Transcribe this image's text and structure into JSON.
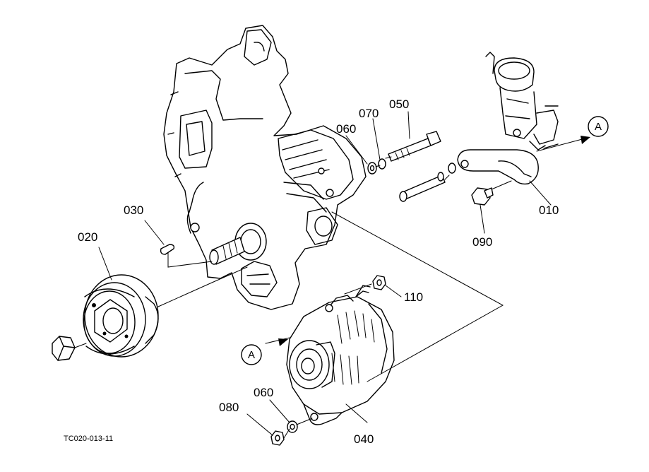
{
  "figure_code": "TC020-013-11",
  "reference_marker": "A",
  "parts": [
    {
      "id": "p010",
      "number": "010"
    },
    {
      "id": "p020",
      "number": "020"
    },
    {
      "id": "p030",
      "number": "030"
    },
    {
      "id": "p040",
      "number": "040"
    },
    {
      "id": "p050",
      "number": "050"
    },
    {
      "id": "p060a",
      "number": "060"
    },
    {
      "id": "p060b",
      "number": "060"
    },
    {
      "id": "p070",
      "number": "070"
    },
    {
      "id": "p080",
      "number": "080"
    },
    {
      "id": "p090",
      "number": "090"
    },
    {
      "id": "p110",
      "number": "110"
    }
  ]
}
